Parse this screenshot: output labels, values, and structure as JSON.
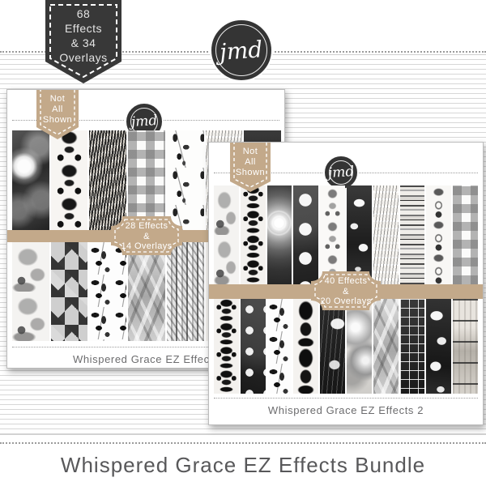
{
  "page": {
    "caption": "Whispered Grace EZ Effects Bundle",
    "colors": {
      "accent_tan": "#c3a98a",
      "accent_dark": "#383838",
      "stripe_gray": "#d7d7d7",
      "caption_gray": "#58585a",
      "dotted_line_gray": "#9b9b9b"
    }
  },
  "badge": {
    "lines": [
      "68",
      "Effects",
      "& 34",
      "Overlays"
    ]
  },
  "logo": {
    "text": "jmd"
  },
  "cards": [
    {
      "title": "Whispered Grace EZ Effects",
      "tag_lines": [
        "Not",
        "All",
        "Shown"
      ],
      "plaque_lines": [
        "28 Effects",
        "&",
        "14 Overlays"
      ],
      "rows": [
        [
          "photo-floral-dark",
          "damask-white",
          "script-dense",
          "gingham",
          "sprig-white",
          "script-light",
          "floral-dark-strip"
        ],
        [
          "bird-toile",
          "argyle",
          "vine-white",
          "crumple",
          "cable-knit",
          "damask-bold",
          "toile-gray"
        ]
      ]
    },
    {
      "title": "Whispered Grace EZ Effects 2",
      "tag_lines": [
        "Not",
        "All",
        "Shown"
      ],
      "plaque_lines": [
        "40 Effects",
        "&",
        "20 Overlays"
      ],
      "rows": [
        [
          "bird-toile",
          "damask-dense",
          "rose-photo",
          "dots-big",
          "damask-scroll",
          "floral-dark-strip",
          "script-light",
          "stripes-h",
          "fleur-damask",
          "gingham"
        ],
        [
          "damask-dense",
          "dots-grunge",
          "vine-white",
          "damask-bold",
          "chalk-floral",
          "roses-gray",
          "crumple",
          "grid-dark",
          "blossom-dark",
          "wood-planks"
        ]
      ]
    }
  ]
}
